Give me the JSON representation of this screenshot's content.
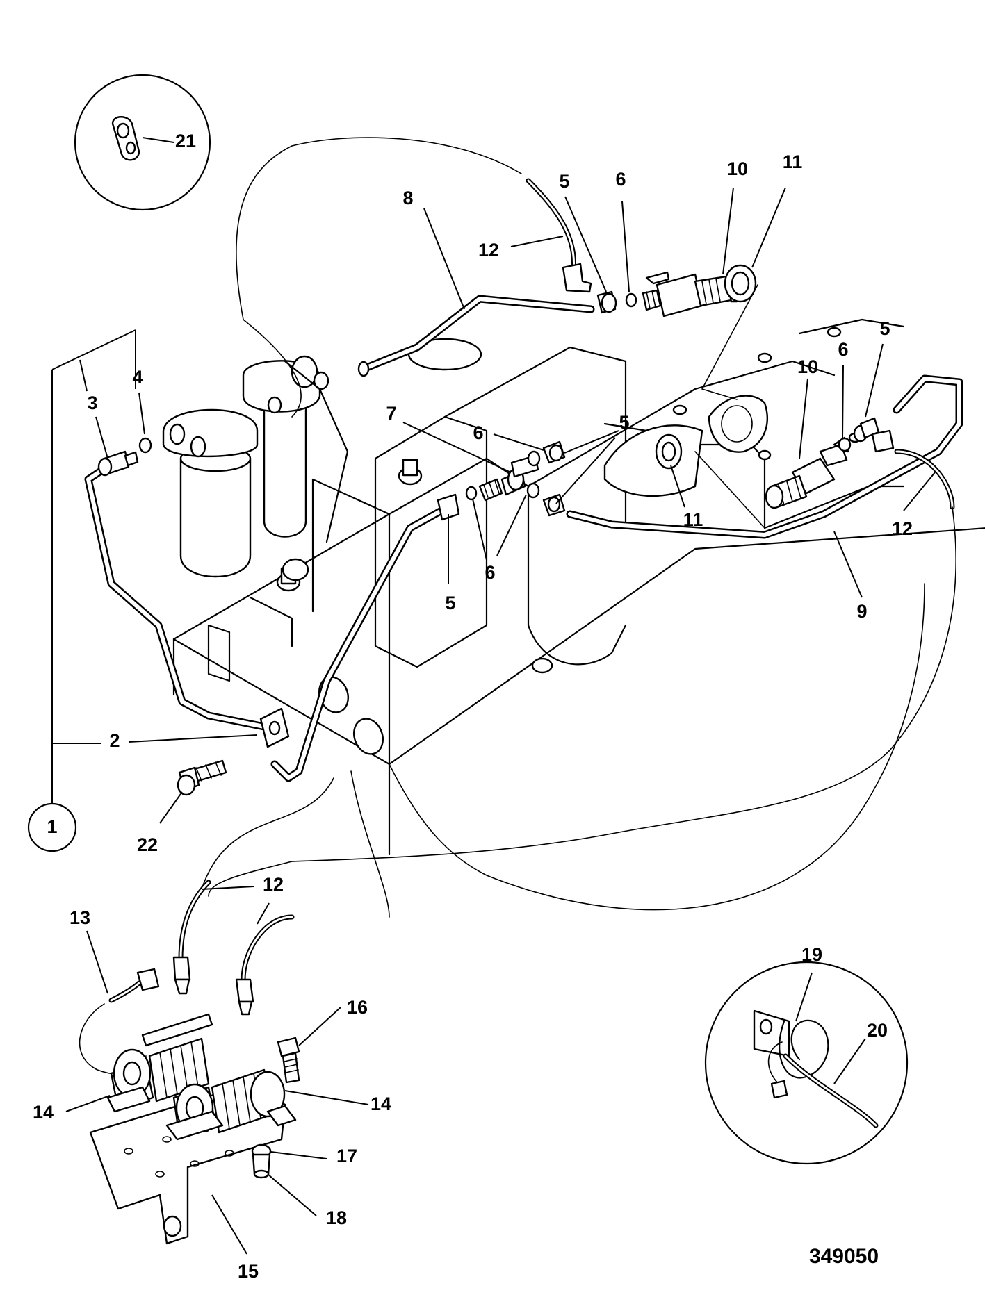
{
  "drawing_number": "349050",
  "callouts": {
    "c1": "1",
    "c2": "2",
    "c3": "3",
    "c4": "4",
    "c5a": "5",
    "c5b": "5",
    "c5c": "5",
    "c5d": "5",
    "c6a": "6",
    "c6b": "6",
    "c6c": "6",
    "c6d": "6",
    "c7": "7",
    "c8": "8",
    "c9": "9",
    "c10a": "10",
    "c10b": "10",
    "c11a": "11",
    "c11b": "11",
    "c12a": "12",
    "c12b": "12",
    "c12c": "12",
    "c13": "13",
    "c14a": "14",
    "c14b": "14",
    "c15": "15",
    "c16": "16",
    "c17": "17",
    "c18": "18",
    "c19": "19",
    "c20": "20",
    "c21": "21",
    "c22": "22"
  }
}
